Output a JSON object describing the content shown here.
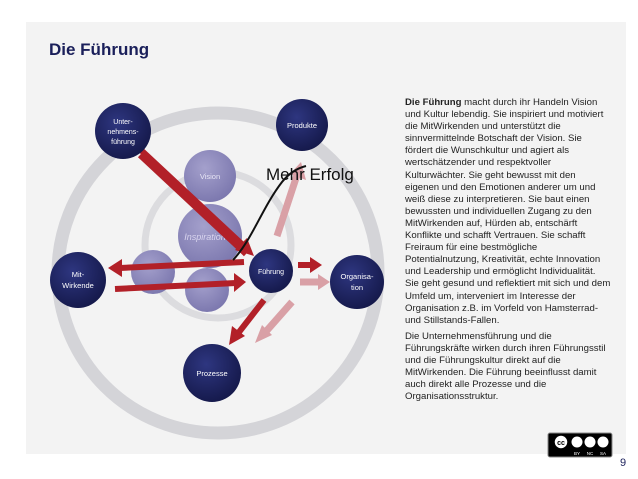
{
  "title": "Die Führung",
  "nodes": {
    "unternehmensfuehrung": [
      "Unter-",
      "nehmens-",
      "führung"
    ],
    "produkte": "Produkte",
    "vision": "Vision",
    "inspiration": "Inspiration",
    "fuehrung": "Führung",
    "mitwirkende": [
      "Mit-",
      "Wirkende"
    ],
    "organisation": [
      "Organisa-",
      "tion"
    ],
    "prozesse": "Prozesse"
  },
  "annotation": "Mehr Erfolg",
  "text": {
    "para1_bold": "Die Führung",
    "para1_rest": " macht durch ihr Handeln Vision und Kultur lebendig. Sie inspiriert und motiviert die MitWirkenden und unterstützt die sinnvermittelnde Botschaft der Vision. Sie fördert die Wunschkultur und agiert als wertschätzender und respektvoller Kulturwächter. Sie geht bewusst mit den eigenen und den Emotionen anderer um und weiß diese zu interpretieren. Sie baut einen bewussten und individuellen Zugang zu den MitWirkenden auf, Hürden ab, entschärft Konflikte und schafft Vertrauen. Sie schafft Freiraum für eine bestmögliche Potentialnutzung, Kreativität, echte Innovation und Leadership und ermöglicht Individualität. Sie geht gesund und reflektiert mit sich und dem Umfeld um, interveniert im Interesse der Organisation z.B. im Vorfeld von Hamsterrad- und Stillstands-Fallen.",
    "para2": "Die Unternehmensführung und die Führungskräfte wirken durch ihren Führungsstil und die Führungskultur direkt auf die MitWirkenden. Die Führung beeinflusst damit auch direkt alle Prozesse und die Organisationsstruktur."
  },
  "license": [
    "BY",
    "NC",
    "SA"
  ],
  "page_number": "9",
  "colors": {
    "navy": "#1a1f5a",
    "arrow_red": "#b22028",
    "arrow_pink": "#d9a0a6",
    "ring": "#d4d4d8"
  }
}
